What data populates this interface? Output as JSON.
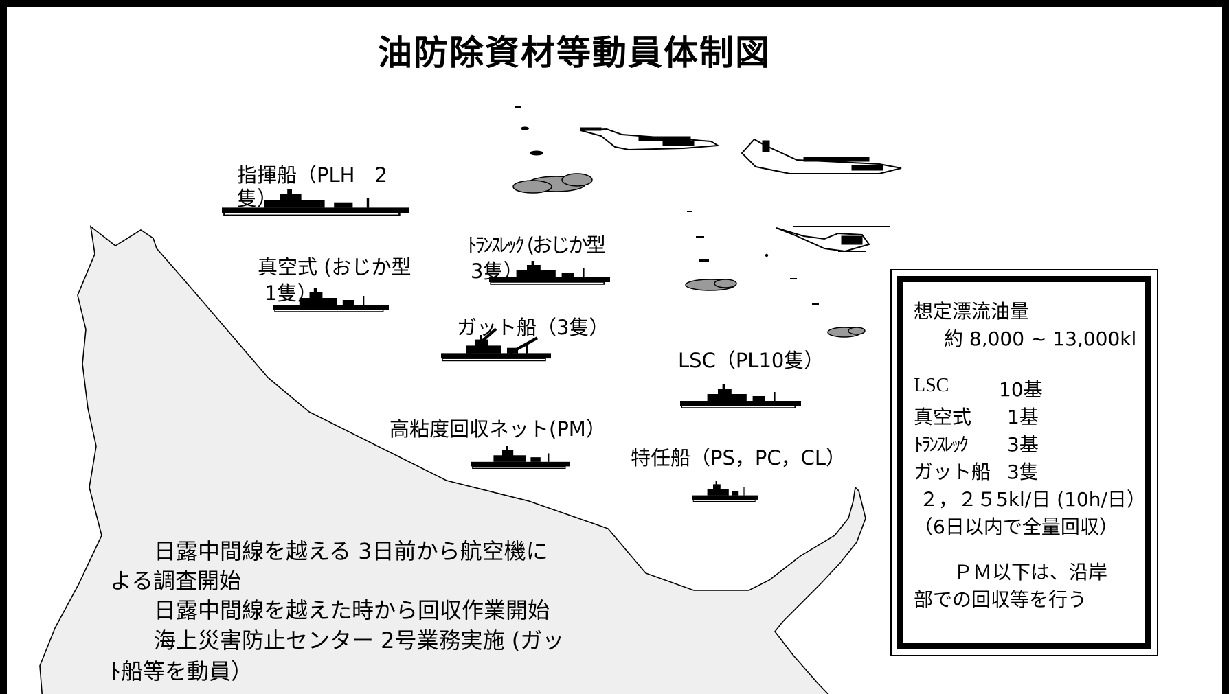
{
  "title": "油防除資材等動員体制図",
  "labels": {
    "command_ship_line1": "指揮船（PLH　2",
    "command_ship_line2": "隻）",
    "vacuum_line1": "真空式 (おじか型",
    "vacuum_line2": "1隻）",
    "transrec_line1": "ﾄﾗﾝｽﾚｯｸ (おじか型",
    "transrec_line2": "3隻）",
    "gut_ship": "ガット船（3隻）",
    "lsc": "LSC（PL10隻）",
    "pm_net": "高粘度回収ネット(PM）",
    "special_ship": "特任船（PS，PC，CL）"
  },
  "notes": [
    "　　日露中間線を越える 3日前から航空機に",
    "よる調査開始",
    "　　日露中間線を越えた時から回収作業開始",
    "　　海上災害防止センター 2号業務実施 (ガッ",
    "ﾄ船等を動員）"
  ],
  "info_box": {
    "oil_heading": "想定漂流油量",
    "oil_amount": "約 8,000 ~ 13,000kl",
    "lsc_name": "LSC",
    "lsc_count": "10基",
    "vacuum_name": "真空式",
    "vacuum_count": "1基",
    "transrec_name": "ﾄﾗﾝｽﾚｯｸ",
    "transrec_count": "3基",
    "gut_name": "ガット船",
    "gut_count": "3隻",
    "capacity": "２，２５5kl/日 (10h/日）",
    "recovery_days": "（6日以内で全量回収）",
    "coastal_line1": "ＰＭ以下は、沿岸",
    "coastal_line2": "部での回収等を行う"
  },
  "colors": {
    "land": "#efefef",
    "cloud": "#9a9a9a",
    "ink": "#000000"
  }
}
